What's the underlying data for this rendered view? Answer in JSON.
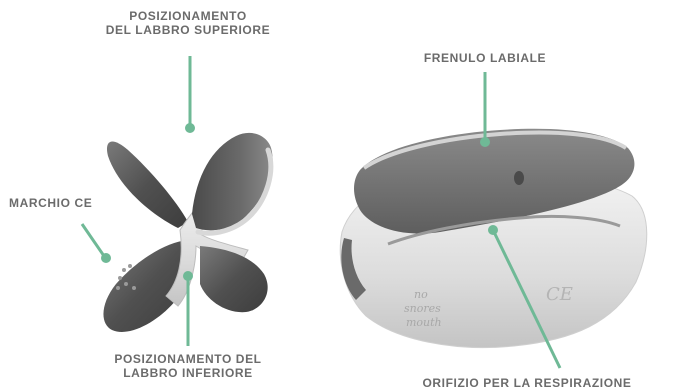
{
  "labels": {
    "upper_lip": [
      "POSIZIONAMENTO",
      "DEL LABBRO SUPERIORE"
    ],
    "frenulo": "FRENULO LABIALE",
    "marchio_ce": "MARCHIO CE",
    "lower_lip": [
      "POSIZIONAMENTO DEL",
      "LABBRO INFERIORE"
    ],
    "orifizio": "ORIFIZIO PER LA RESPIRAZIONE"
  },
  "device_text": [
    "no",
    "snores",
    "mouth"
  ],
  "ce_mark": "CE",
  "colors": {
    "label_text": "#6b6b6b",
    "leader_line": "#6fb996",
    "device_dark": "#5a5a5a",
    "device_light": "#e6e6e6"
  }
}
